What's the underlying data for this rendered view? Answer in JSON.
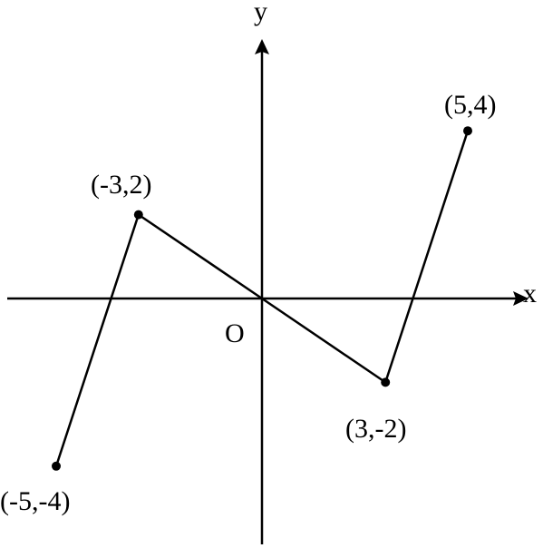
{
  "diagram": {
    "x_axis_label": "x",
    "y_axis_label": "y",
    "origin_label": "O",
    "line_color": "#000000",
    "background_color": "#ffffff",
    "points": [
      {
        "x": -5,
        "y": -4,
        "label": "(-5,-4)"
      },
      {
        "x": -3,
        "y": 2,
        "label": "(-3,2)"
      },
      {
        "x": 0,
        "y": 0,
        "label": ""
      },
      {
        "x": 3,
        "y": -2,
        "label": "(3,-2)"
      },
      {
        "x": 5,
        "y": 4,
        "label": "(5,4)"
      }
    ]
  }
}
